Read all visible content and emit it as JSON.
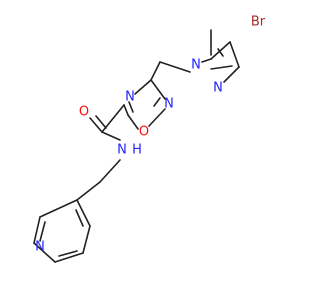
{
  "colors": {
    "bond": "#222222",
    "N": "#2323ff",
    "O": "#ff0d0d",
    "Br": "#a62929",
    "H": "#2323ff"
  },
  "atoms": {
    "Br": "Br",
    "N_pyrazole_1": "N",
    "N_pyrazole_2": "N",
    "N_oxadiazole_1": "N",
    "N_oxadiazole_2": "N",
    "O_oxadiazole": "O",
    "O_carbonyl": "O",
    "N_amide": "N",
    "H_amide": "H",
    "N_pyridine": "N"
  }
}
